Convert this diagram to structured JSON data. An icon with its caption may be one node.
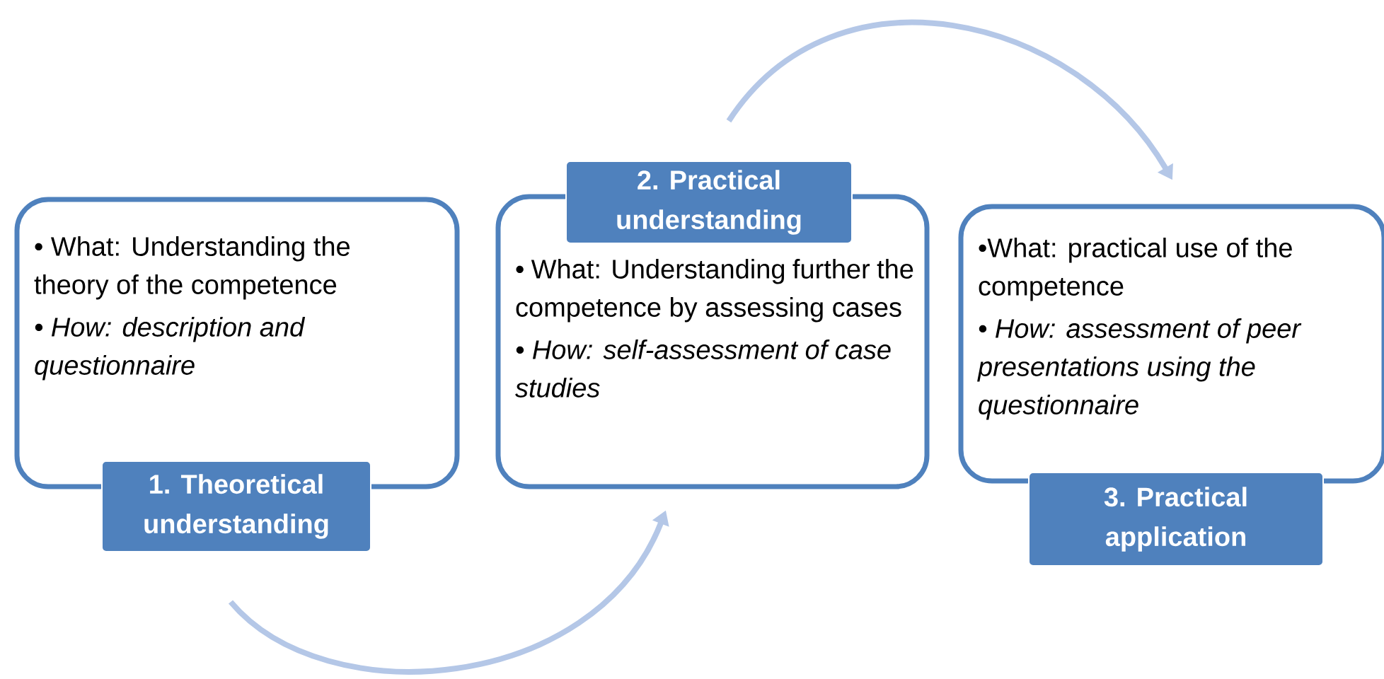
{
  "diagram": {
    "nodes": [
      {
        "text": [
          "• What: Understanding the theory of  the competence",
          "• How: description and questionnaire"
        ]
      },
      {
        "text": [
          "1. Theoretical understanding"
        ]
      },
      {
        "text": [
          "• What: Understanding further the competence by assessing cases",
          "• How: self-assessment of case studies"
        ]
      },
      {
        "text": [
          "2. Practical understanding"
        ]
      },
      {
        "text": [
          "•What: practical use of the competence",
          "• How: assessment  of peer presentations using the questionnaire"
        ]
      },
      {
        "text": [
          "3. Practical application"
        ]
      }
    ],
    "edges": [
      {
        "from": 1,
        "to": 2,
        "arrow": "to"
      },
      {
        "from": 3,
        "to": 4,
        "arrow": "to"
      }
    ]
  }
}
